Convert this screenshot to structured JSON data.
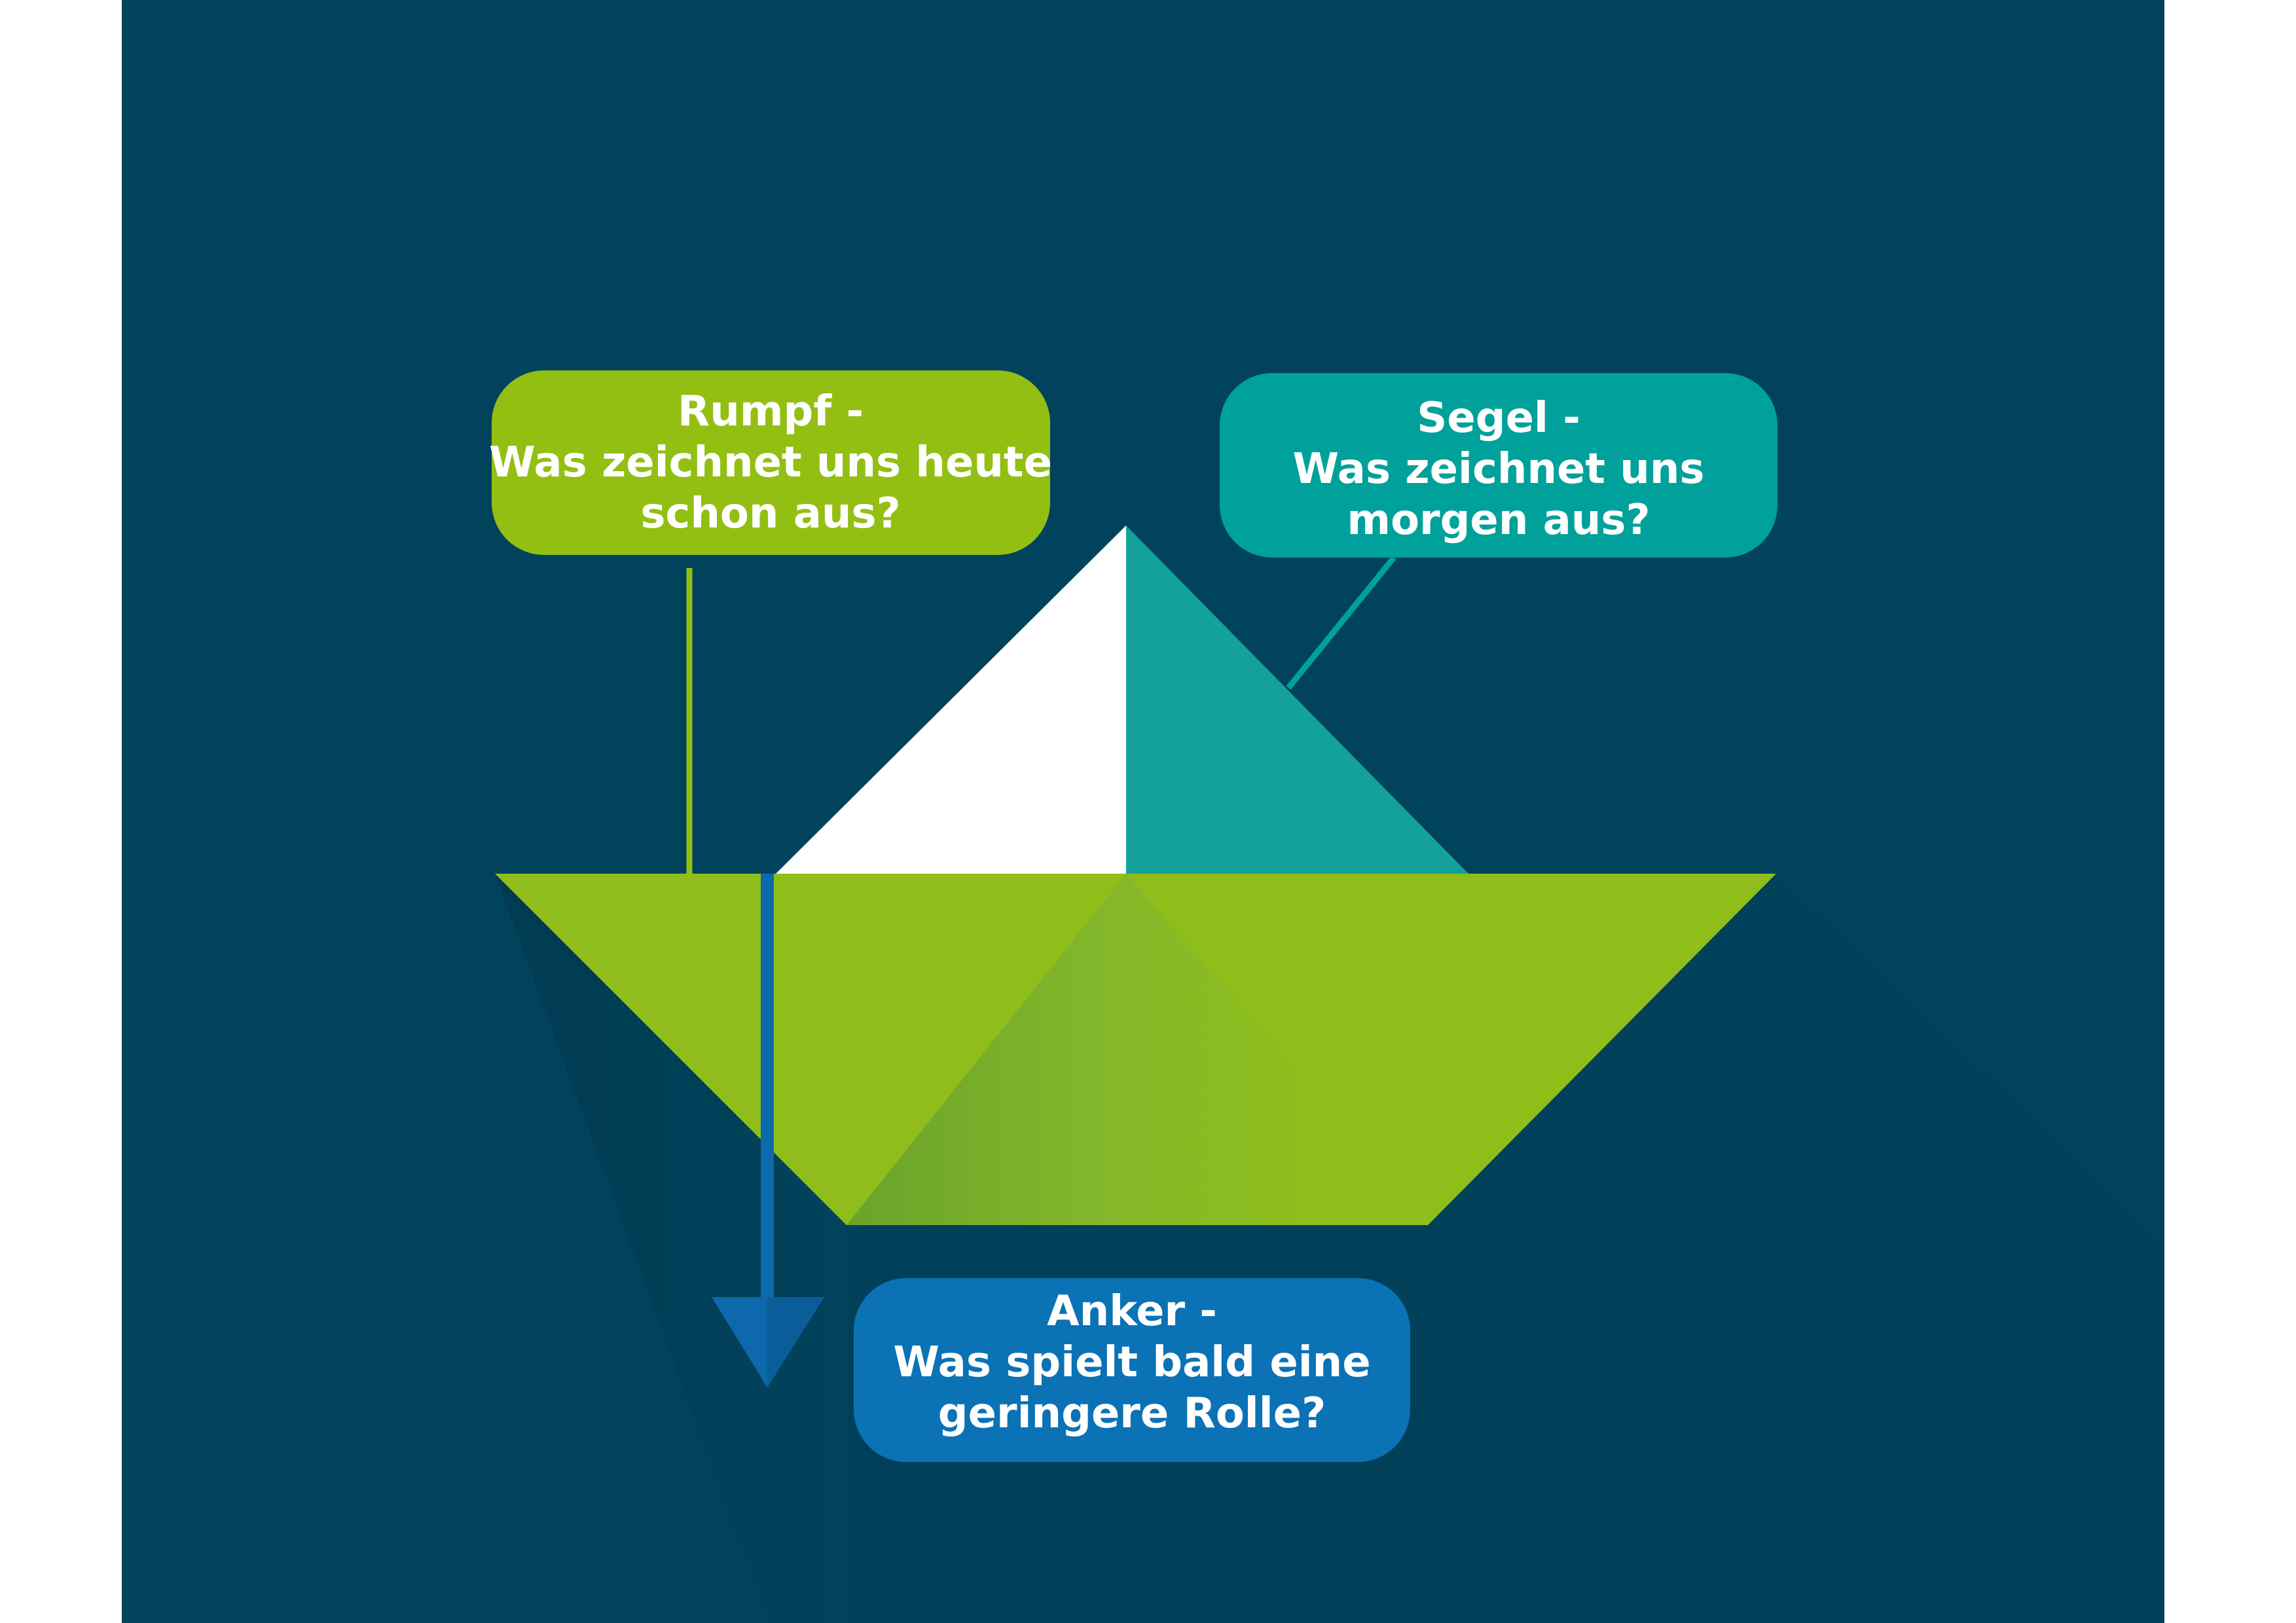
{
  "colors": {
    "background": "#01435c",
    "hull": "#8fbe1a",
    "hull_dark": "#6ea32a",
    "sail_left": "#ffffff",
    "sail_right": "#13a19a",
    "rumpf_box": "#93bf13",
    "segel_box": "#00a19a",
    "anker_box": "#0b72b5",
    "anchor": "#0d69ab"
  },
  "labels": {
    "rumpf": {
      "lines": [
        "Rumpf -",
        "Was zeichnet uns heute",
        "schon aus?"
      ]
    },
    "segel": {
      "lines": [
        "Segel -",
        "Was zeichnet uns",
        "morgen aus?"
      ]
    },
    "anker": {
      "lines": [
        "Anker -",
        "Was spielt bald eine",
        "geringere Rolle?"
      ]
    }
  }
}
